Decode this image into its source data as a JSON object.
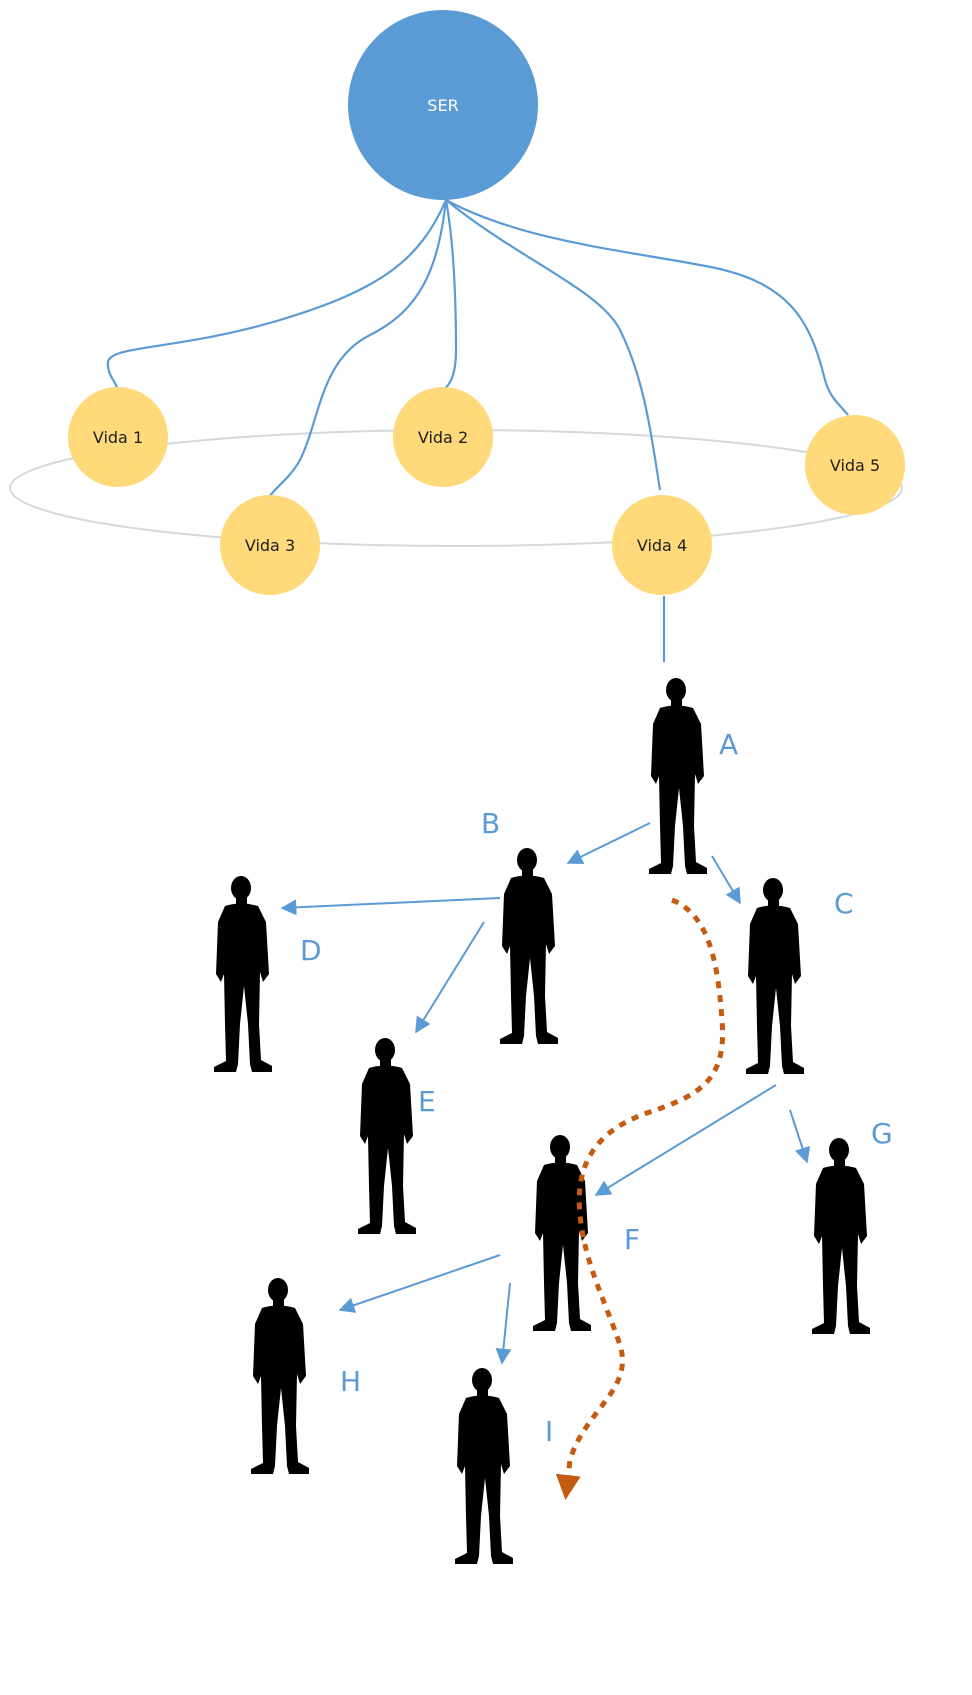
{
  "colors": {
    "root": "#5b9bd5",
    "node": "#ffd97a",
    "link": "#5b9bd5",
    "path": "#c55a11",
    "person": "#000000"
  },
  "root": {
    "label": "SER"
  },
  "lives": [
    {
      "id": "v1",
      "label": "Vida 1"
    },
    {
      "id": "v2",
      "label": "Vida 2"
    },
    {
      "id": "v3",
      "label": "Vida 3"
    },
    {
      "id": "v4",
      "label": "Vida 4"
    },
    {
      "id": "v5",
      "label": "Vida 5"
    }
  ],
  "people": [
    {
      "id": "A",
      "label": "A"
    },
    {
      "id": "B",
      "label": "B"
    },
    {
      "id": "C",
      "label": "C"
    },
    {
      "id": "D",
      "label": "D"
    },
    {
      "id": "E",
      "label": "E"
    },
    {
      "id": "F",
      "label": "F"
    },
    {
      "id": "G",
      "label": "G"
    },
    {
      "id": "H",
      "label": "H"
    },
    {
      "id": "I",
      "label": "I"
    }
  ]
}
